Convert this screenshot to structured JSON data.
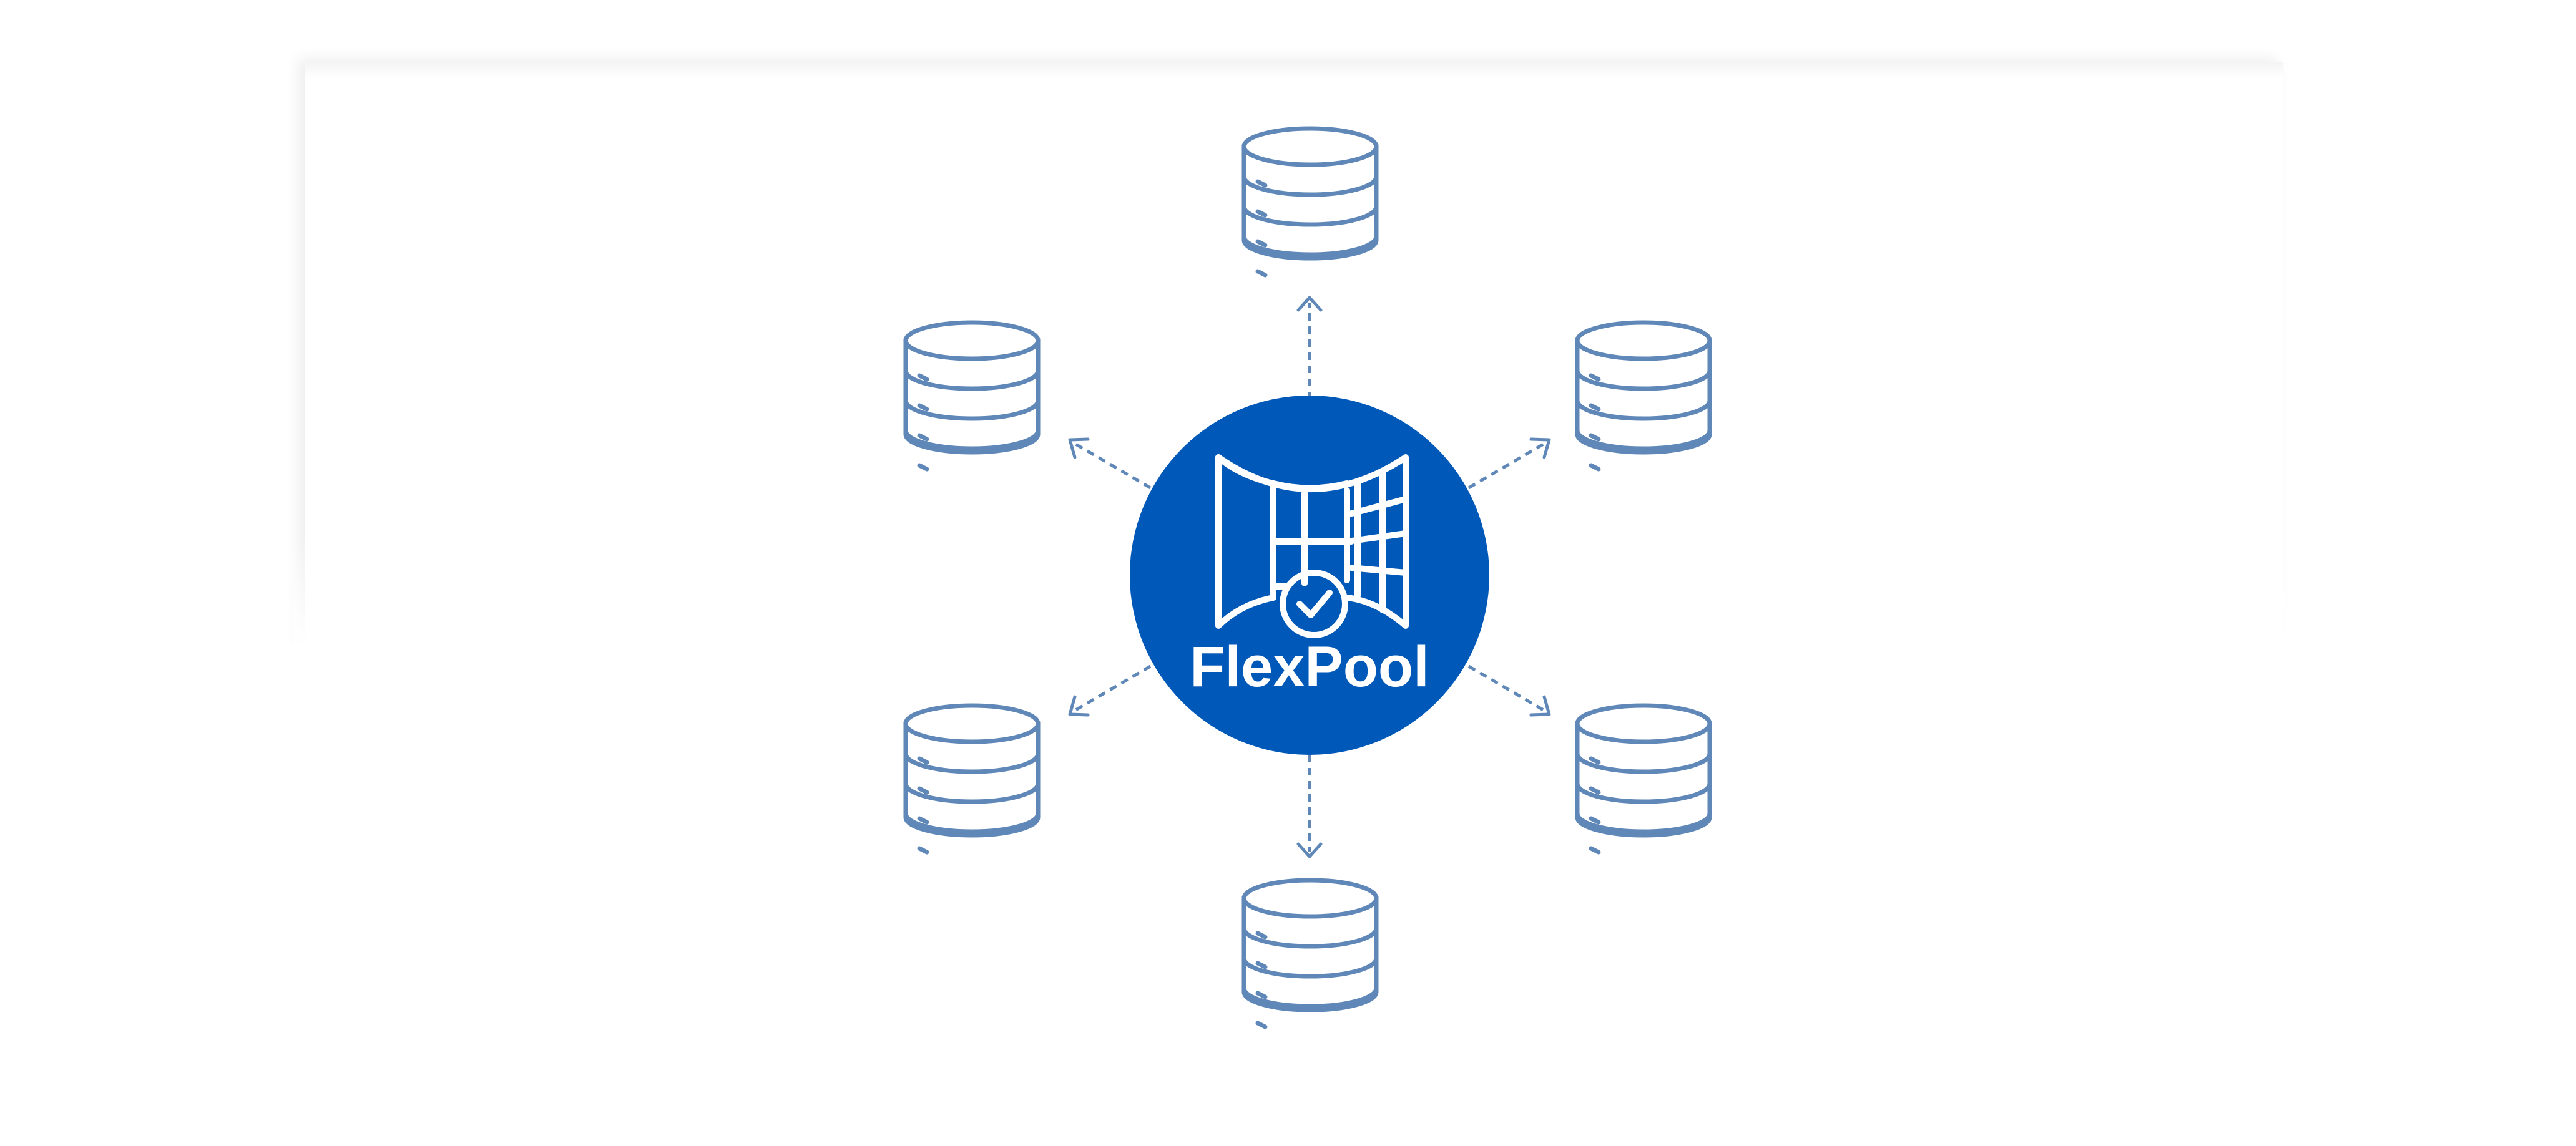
{
  "hub": {
    "label": "FlexPool",
    "color": "#0058b8",
    "icon": "flexible-grid-check-icon"
  },
  "colors": {
    "database_stroke": "#5f87b7",
    "connector": "#5f87b7",
    "background": "#ffffff"
  },
  "nodes": [
    {
      "name": "database-top",
      "icon": "database-icon"
    },
    {
      "name": "database-upper-left",
      "icon": "database-icon"
    },
    {
      "name": "database-upper-right",
      "icon": "database-icon"
    },
    {
      "name": "database-lower-left",
      "icon": "database-icon"
    },
    {
      "name": "database-lower-right",
      "icon": "database-icon"
    },
    {
      "name": "database-bottom",
      "icon": "database-icon"
    }
  ],
  "connectors": {
    "style": "dashed",
    "direction": "hub-to-node"
  }
}
